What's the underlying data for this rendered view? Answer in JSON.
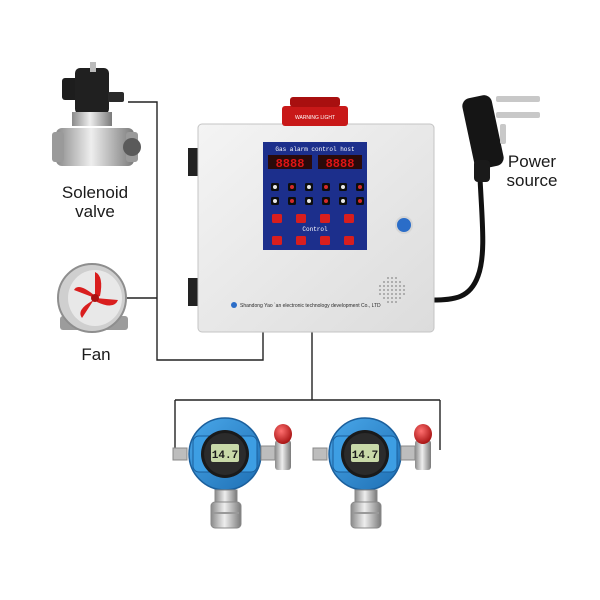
{
  "labels": {
    "solenoid_line1": "Solenoid",
    "solenoid_line2": "valve",
    "fan": "Fan",
    "power_line1": "Power",
    "power_line2": "source"
  },
  "cabinet": {
    "warning_light_text": "WARNING LIGHT",
    "panel_title": "Gas alarm control host",
    "display_left": "8888",
    "display_right": "8888",
    "control_label": "Control",
    "company": "Shandong Yao `an electronic technology development Co., LTD"
  },
  "detectors": [
    {
      "reading": "14.7"
    },
    {
      "reading": "14.7"
    }
  ],
  "colors": {
    "wire": "#222222",
    "panel_blue": "#1c2f8c",
    "display_red": "#e01515",
    "detector_blue": "#2f8fd8",
    "beacon_red": "#d42020"
  }
}
